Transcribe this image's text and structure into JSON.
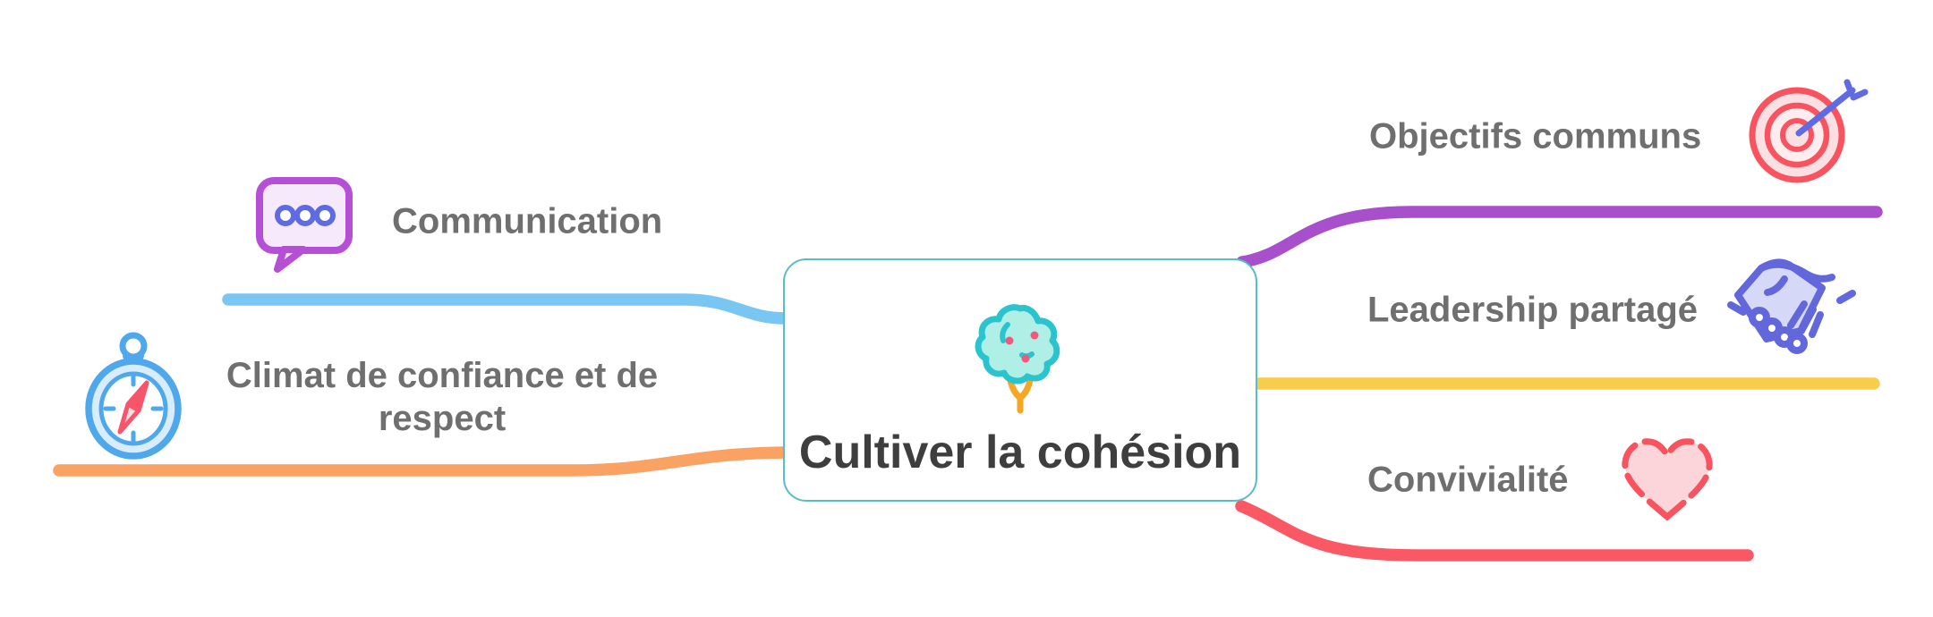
{
  "diagram": {
    "central": {
      "title": "Cultiver la cohésion",
      "icon": "tree-icon",
      "border_color": "#56BFC6",
      "title_color": "#3E3E3E",
      "bg_color": "#FFFFFF"
    },
    "branches": [
      {
        "id": "communication",
        "label": "Communication",
        "side": "left",
        "line_color": "#7AC6F3",
        "icon": "chat-bubble-icon"
      },
      {
        "id": "climat",
        "label": "Climat de confiance et de respect",
        "side": "left",
        "line_color": "#F9A263",
        "icon": "compass-icon"
      },
      {
        "id": "objectifs",
        "label": "Objectifs communs",
        "side": "right",
        "line_color": "#A850CC",
        "icon": "target-icon"
      },
      {
        "id": "leadership",
        "label": "Leadership partagé",
        "side": "right",
        "line_color": "#FACC4B",
        "icon": "handshake-icon"
      },
      {
        "id": "convivialite",
        "label": "Convivialité",
        "side": "right",
        "line_color": "#FA5864",
        "icon": "heart-icon"
      }
    ],
    "label_color": "#6F6F6F",
    "icon_palette": {
      "chat_stroke": "#B44FD6",
      "chat_fill": "#F6E9FB",
      "chat_dots": "#5F6BE3",
      "compass_stroke": "#4FA8EC",
      "compass_fill": "#D9ECFB",
      "compass_needle": "#F8556A",
      "compass_needle_fill": "#FCDFE3",
      "target_stroke": "#F8535F",
      "target_fill": "#FBE0E3",
      "target_fill_light": "#FDEDEF",
      "target_dart": "#5F6BE3",
      "handshake_stroke": "#6268DB",
      "handshake_fill": "#D5D8F6",
      "heart_stroke": "#F8535F",
      "heart_fill": "#FBD5D9",
      "tree_stroke": "#2BC4CE",
      "tree_fill": "#AFEFE6",
      "tree_dots": "#F0597E",
      "tree_trunk": "#F5A623"
    }
  }
}
